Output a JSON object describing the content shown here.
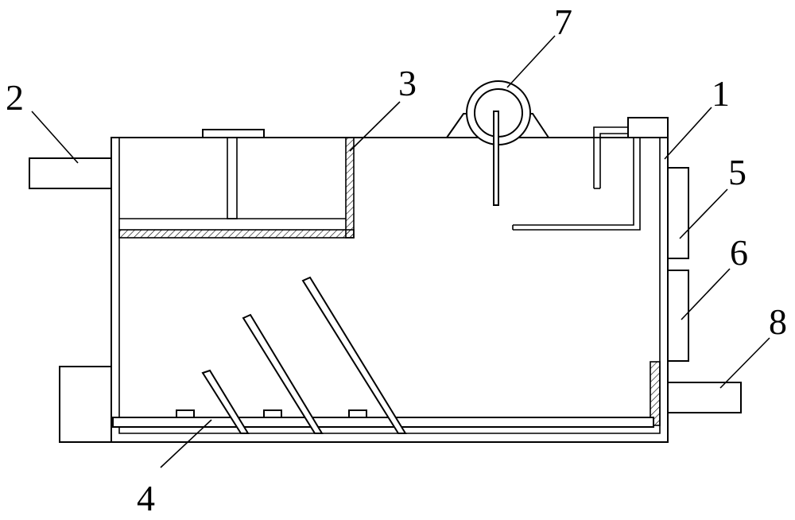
{
  "labels": {
    "tank": "1",
    "inlet_pipe": "2",
    "upper_tray": "3",
    "bottom_plate": "4",
    "side_box_upper": "5",
    "side_box_lower": "6",
    "motor": "7",
    "outlet_pipe": "8"
  }
}
